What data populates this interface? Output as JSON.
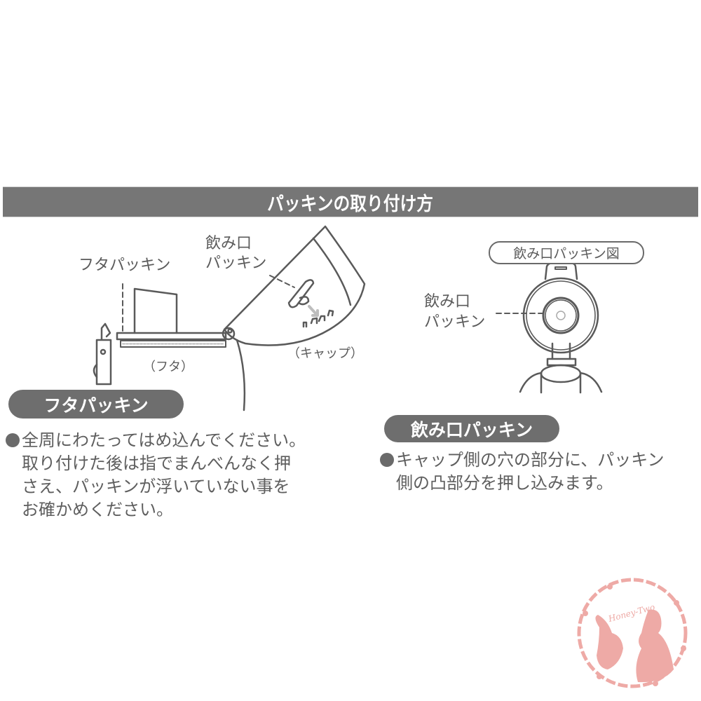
{
  "header": {
    "title": "パッキンの取り付け方"
  },
  "left_diagram": {
    "lid_gasket_label": "フタパッキン",
    "mouth_gasket_label_line1": "飲み口",
    "mouth_gasket_label_line2": "パッキン",
    "lid_caption": "（フタ）",
    "cap_caption": "（キャップ）"
  },
  "right_diagram": {
    "figure_title": "飲み口パッキン図",
    "mouth_gasket_label_line1": "飲み口",
    "mouth_gasket_label_line2": "パッキン"
  },
  "sections": [
    {
      "badge": "フタパッキン",
      "lines": [
        "全周にわたってはめ込んでください。",
        "取り付けた後は指でまんべんなく押",
        "さえ、パッキンが浮いていない事を",
        "お確かめください。"
      ]
    },
    {
      "badge": "飲み口パッキン",
      "lines": [
        "キャップ側の穴の部分に、パッキン",
        "側の凸部分を押し込みます。"
      ]
    }
  ],
  "watermark": {
    "text": "Honey-Two",
    "color": "#eeaaa6"
  },
  "colors": {
    "header_bg": "#767676",
    "badge_bg": "#6e6e6e",
    "line_art": "#5a5a5a",
    "text": "#5e5e5e",
    "arrow": "#bdbdbd"
  }
}
